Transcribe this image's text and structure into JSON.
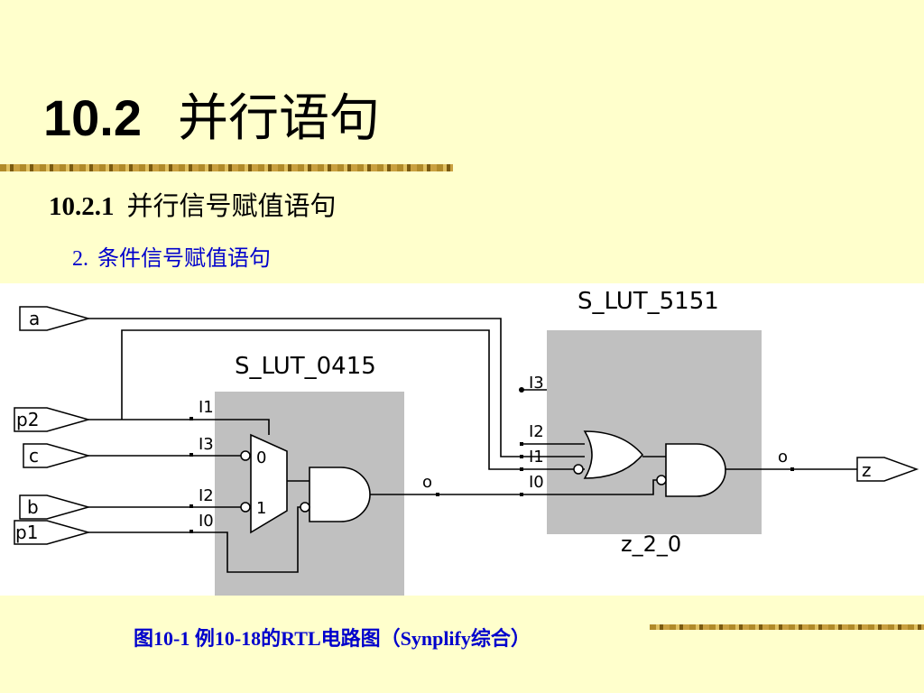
{
  "heading": {
    "number": "10.2",
    "text": "并行语句"
  },
  "subheading": {
    "number": "10.2.1",
    "text": "并行信号赋值语句"
  },
  "section": {
    "number": "2.",
    "text": "条件信号赋值语句"
  },
  "diagram": {
    "blocks": [
      {
        "id": "lut0415",
        "label": "S_LUT_0415"
      },
      {
        "id": "lut5151",
        "label": "S_LUT_5151"
      }
    ],
    "lut5151_sublabel": "z_2_0",
    "inputs": [
      "a",
      "p2",
      "c",
      "b",
      "p1"
    ],
    "output": "z",
    "pins_lut0415": [
      "I1",
      "I3",
      "I2",
      "I0"
    ],
    "pins_lut5151": [
      "I3",
      "I2",
      "I1",
      "I0"
    ],
    "mux_inputs": [
      "0",
      "1"
    ],
    "out_pin_lut0415": "o",
    "out_pin_lut5151": "o"
  },
  "caption": "图10-1  例10-18的RTL电路图（Synplify综合）"
}
